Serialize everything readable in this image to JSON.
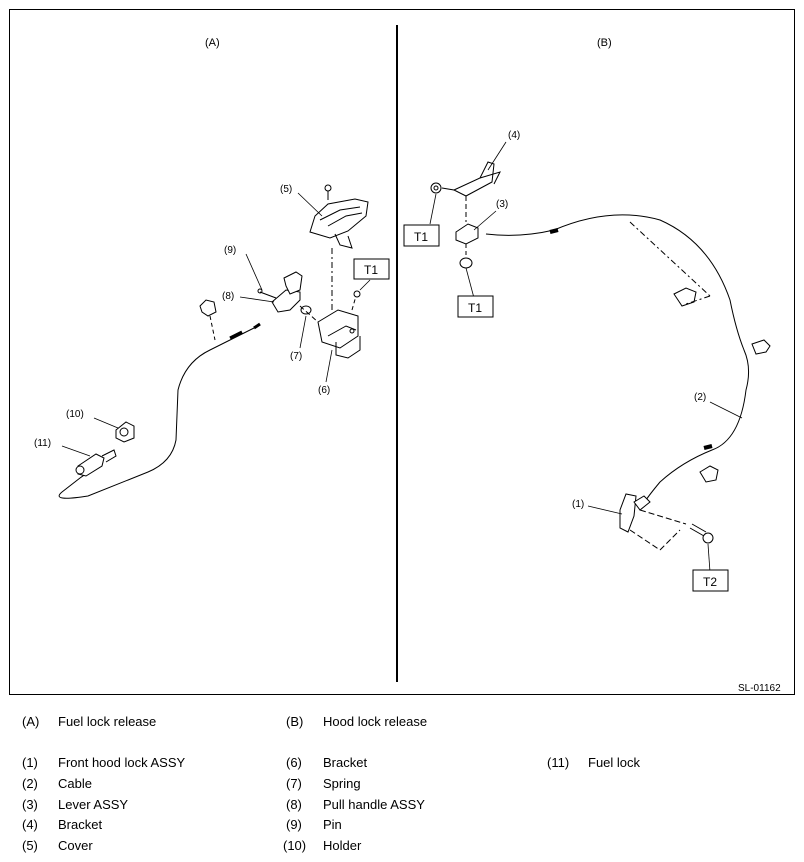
{
  "figure": {
    "panel_a_label": "(A)",
    "panel_b_label": "(B)",
    "figure_id": "SL-01162",
    "callouts": {
      "a1": "(5)",
      "a2": "(9)",
      "a3": "(8)",
      "a4": "(7)",
      "a5": "(6)",
      "a6": "(10)",
      "a7": "(11)",
      "b1": "(4)",
      "b2": "(3)",
      "b3": "(2)",
      "b4": "(1)"
    },
    "torque_tags": {
      "a_t1": "T1",
      "b_t1_top": "T1",
      "b_t1_bottom": "T1",
      "b_t2": "T2"
    }
  },
  "legend": [
    {
      "num": "(A)",
      "text": "Fuel lock release"
    },
    {
      "num": "(B)",
      "text": "Hood lock release"
    },
    {
      "num": "(1)",
      "text": "Front hood lock ASSY"
    },
    {
      "num": "(2)",
      "text": "Cable"
    },
    {
      "num": "(3)",
      "text": "Lever ASSY"
    },
    {
      "num": "(4)",
      "text": "Bracket"
    },
    {
      "num": "(5)",
      "text": "Cover"
    },
    {
      "num": "(6)",
      "text": "Bracket"
    },
    {
      "num": "(7)",
      "text": "Spring"
    },
    {
      "num": "(8)",
      "text": "Pull handle ASSY"
    },
    {
      "num": "(9)",
      "text": "Pin"
    },
    {
      "num": "(10)",
      "text": "Holder"
    },
    {
      "num": "(11)",
      "text": "Fuel lock"
    }
  ]
}
